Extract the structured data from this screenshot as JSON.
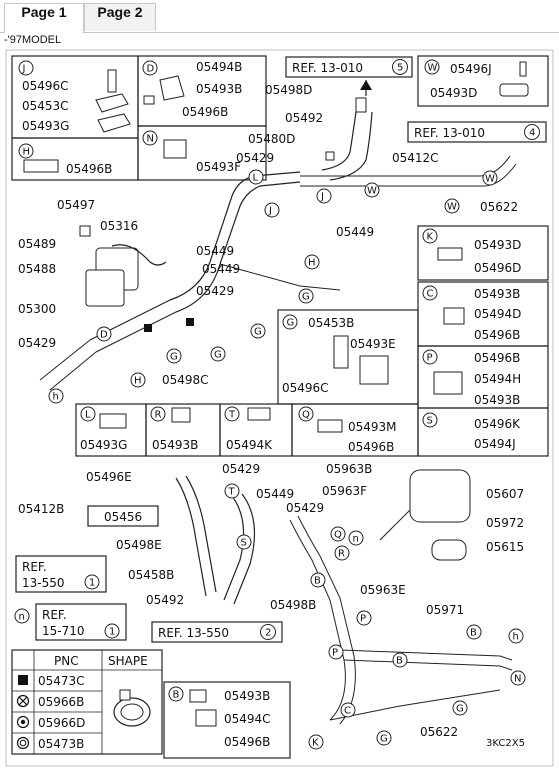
{
  "tabs": [
    {
      "label": "Page 1",
      "active": true
    },
    {
      "label": "Page 2",
      "active": false
    }
  ],
  "model_note": "-'97MODEL",
  "refs": {
    "ref1": "REF. 13-010",
    "ref1_num": "5",
    "ref2": "REF. 13-010",
    "ref2_num": "4",
    "ref3a": "REF.",
    "ref3b": "13-550",
    "ref3_num": "1",
    "ref4a": "REF.",
    "ref4b": "15-710",
    "ref4_num": "1",
    "ref5": "REF. 13-550",
    "ref5_num": "2"
  },
  "boxes": {
    "J": {
      "letter": "J",
      "parts": [
        "05496C",
        "05453C",
        "05493G"
      ]
    },
    "D": {
      "letter": "D",
      "parts": [
        "05494B",
        "05493B",
        "05496B"
      ]
    },
    "N": {
      "letter": "N",
      "parts": [
        "05493F"
      ]
    },
    "H": {
      "letter": "H",
      "parts": [
        "05496B"
      ]
    },
    "W": {
      "letter": "W",
      "parts": [
        "05496J",
        "05493D"
      ]
    },
    "K": {
      "letter": "K",
      "parts": [
        "05493D",
        "05496D"
      ]
    },
    "C": {
      "letter": "C",
      "parts": [
        "05493B",
        "05494D",
        "05496B"
      ]
    },
    "G": {
      "letter": "G",
      "parts": [
        "05453B",
        "05493E",
        "05496C"
      ]
    },
    "P": {
      "letter": "P",
      "parts": [
        "05496B",
        "05494H",
        "05493B"
      ]
    },
    "L": {
      "letter": "L",
      "parts": [
        "05493G"
      ]
    },
    "R": {
      "letter": "R",
      "parts": [
        "05493B"
      ]
    },
    "T": {
      "letter": "T",
      "parts": [
        "05494K"
      ]
    },
    "Q": {
      "letter": "Q",
      "parts": [
        "05493M",
        "05496B"
      ]
    },
    "S": {
      "letter": "S",
      "parts": [
        "05496K",
        "05494J"
      ]
    },
    "B": {
      "letter": "B",
      "parts": [
        "05493B",
        "05494C",
        "05496B"
      ]
    }
  },
  "labels": {
    "l05498D": "05498D",
    "l05492a": "05492",
    "l05480D": "05480D",
    "l05412C": "05412C",
    "l05429a": "05429",
    "l05449a": "05449",
    "l05622a": "05622",
    "l05497": "05497",
    "l05316": "05316",
    "l05489": "05489",
    "l05488": "05488",
    "l05300": "05300",
    "l05449b": "05449",
    "l05449c": "05449",
    "l05429b": "05429",
    "l05429c": "05429",
    "l05498C": "05498C",
    "l05496E": "05496E",
    "l05429d": "05429",
    "l05412B": "05412B",
    "l05456": "05456",
    "l05498E": "05498E",
    "l05449d": "05449",
    "l05429e": "05429",
    "l05458B": "05458B",
    "l05492b": "05492",
    "l05498B": "05498B",
    "l05963B": "05963B",
    "l05963F": "05963F",
    "l05607": "05607",
    "l05972": "05972",
    "l05615": "05615",
    "l05963E": "05963E",
    "l05971": "05971",
    "l05622b": "05622",
    "code": "3KC2X5"
  },
  "legend": {
    "header_pnc": "PNC",
    "header_shape": "SHAPE",
    "rows": [
      "05473C",
      "05966B",
      "05966D",
      "05473B"
    ]
  }
}
